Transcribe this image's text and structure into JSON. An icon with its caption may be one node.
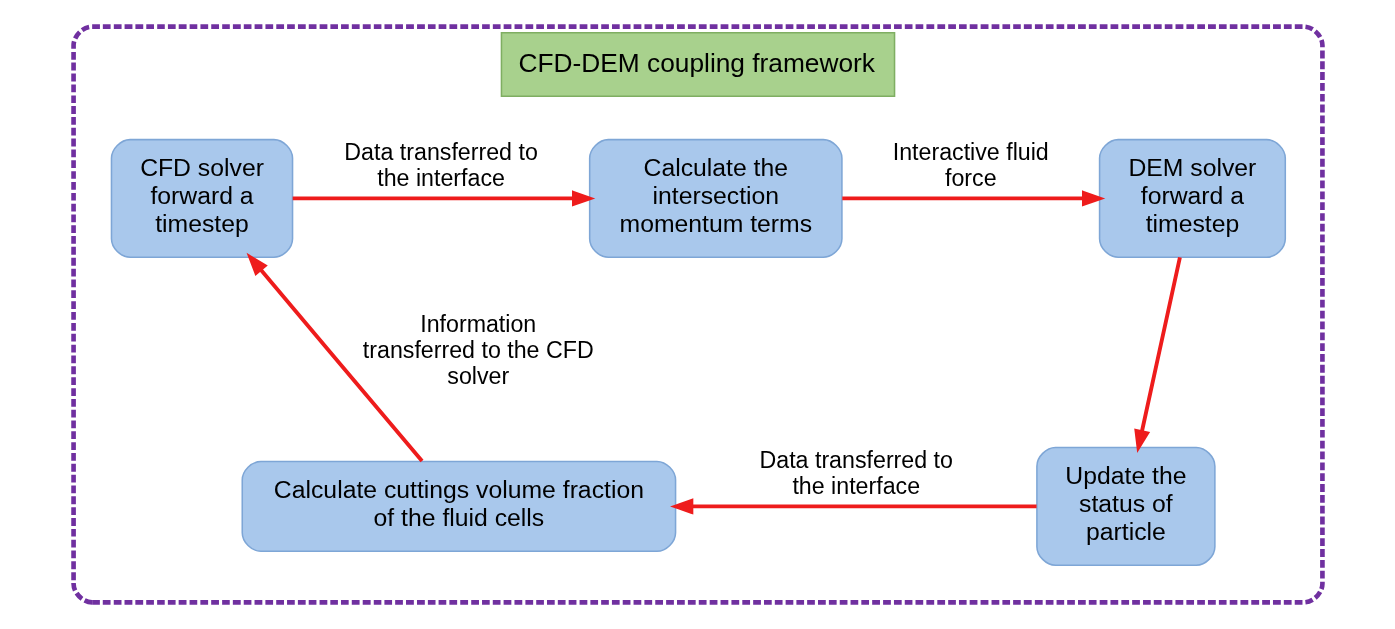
{
  "diagram": {
    "nodes": [
      {
        "text": [
          "CFD-DEM coupling framework"
        ]
      },
      {
        "text": [
          "CFD solver forward a timestep"
        ],
        "in": 0
      },
      {
        "text": [
          "Calculate the intersection momentum terms"
        ],
        "in": 0
      },
      {
        "text": [
          "DEM solver forward a timestep"
        ],
        "in": 0
      },
      {
        "text": [
          "Update the status of particle"
        ],
        "in": 0
      },
      {
        "text": [
          "Calculate cuttings volume fraction of the fluid cells"
        ],
        "in": 0
      }
    ],
    "edges": [
      {
        "from": 1,
        "to": 2,
        "arrow": "to",
        "label": "Data transferred to the interface"
      },
      {
        "from": 2,
        "to": 3,
        "arrow": "to",
        "label": "Interactive fluid force"
      },
      {
        "from": 3,
        "to": 4,
        "arrow": "to"
      },
      {
        "from": 4,
        "to": 5,
        "arrow": "to",
        "label": "Data transferred to the interface"
      },
      {
        "from": 5,
        "to": 1,
        "arrow": "to",
        "label": "Information transferred to the CFD solver"
      }
    ]
  }
}
